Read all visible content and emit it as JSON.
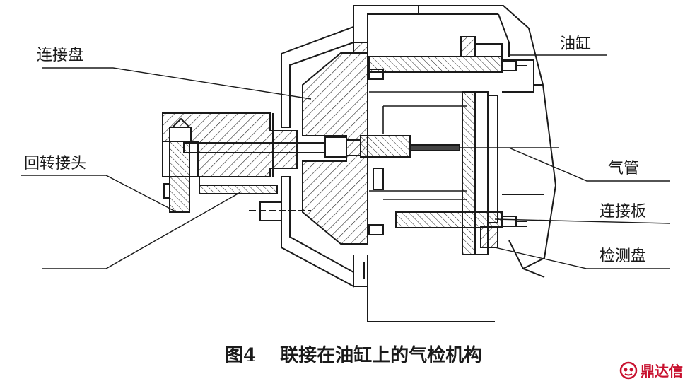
{
  "labels": {
    "connecting_disc": "连接盘",
    "rotary_joint": "回转接头",
    "oil_cylinder": "油缸",
    "air_pipe": "气管",
    "connecting_plate": "连接板",
    "detection_disc": "检测盘"
  },
  "caption": {
    "number": "图4",
    "title": "联接在油缸上的气检机构"
  },
  "watermark": {
    "text": "鼎达信",
    "icon": "logo-icon",
    "color": "#c8102e"
  }
}
